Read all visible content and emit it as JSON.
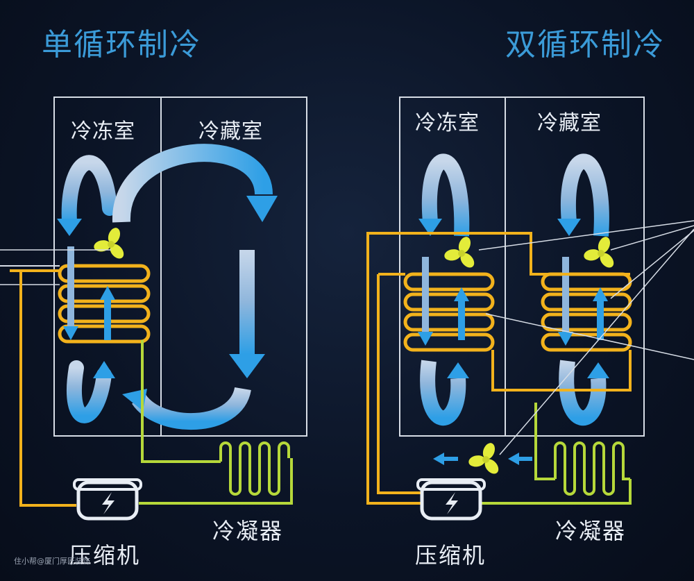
{
  "left": {
    "title": "单循环制冷",
    "freezer_label": "冷冻室",
    "fridge_label": "冷藏室",
    "compressor_label": "压缩机",
    "condenser_label": "冷凝器"
  },
  "right": {
    "title": "双循环制冷",
    "freezer_label": "冷冻室",
    "fridge_label": "冷藏室",
    "compressor_label": "压缩机",
    "condenser_label": "冷凝器"
  },
  "watermark": "住小帮@厦门厚匠装饰",
  "colors": {
    "background": "#0b1426",
    "title": "#3b9bd8",
    "airflow": "#2e9fe6",
    "refrigerant_line": "#f2b21c",
    "condenser_line": "#b6d83a",
    "fan": "#e3ec3a"
  }
}
